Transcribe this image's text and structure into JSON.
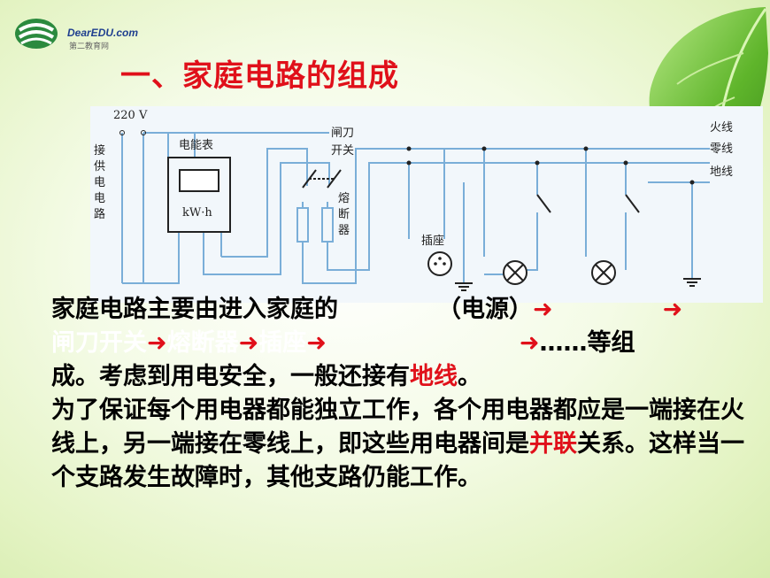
{
  "logo": {
    "brand": "DearEDU.com",
    "sub": "第二教育网"
  },
  "title": "一、家庭电路的组成",
  "circuit": {
    "voltage": "220 V",
    "supply_label": [
      "接",
      "供",
      "电",
      "电",
      "路"
    ],
    "meter_label": "电能表",
    "meter_unit": "kW·h",
    "switch_label": [
      "闸刀",
      "开关"
    ],
    "fuse_label": [
      "熔",
      "断",
      "器"
    ],
    "socket_label": "插座",
    "line_live": "火线",
    "line_neutral": "零线",
    "line_ground": "地线"
  },
  "text": {
    "p1_a": "家庭电路主要由进入家庭的",
    "p1_b": "（电源）",
    "arrow": "➜",
    "p1_c": "闸刀开关",
    "p1_d": "熔断器",
    "p1_e": "插座",
    "p1_f": "……等组",
    "p1_g": "成。考虑到用电安全，一般还接有",
    "ground_word": "地线",
    "p1_h": "。",
    "p2_a": "为了保证每个用电器都能独立工作，各个用电器都应是一端接在火线上，另一端接在零线上，即这些用电器间是",
    "parallel_word": "并联",
    "p2_b": "关系。这样当一个支路发生故障时，其他支路仍能工作。"
  }
}
